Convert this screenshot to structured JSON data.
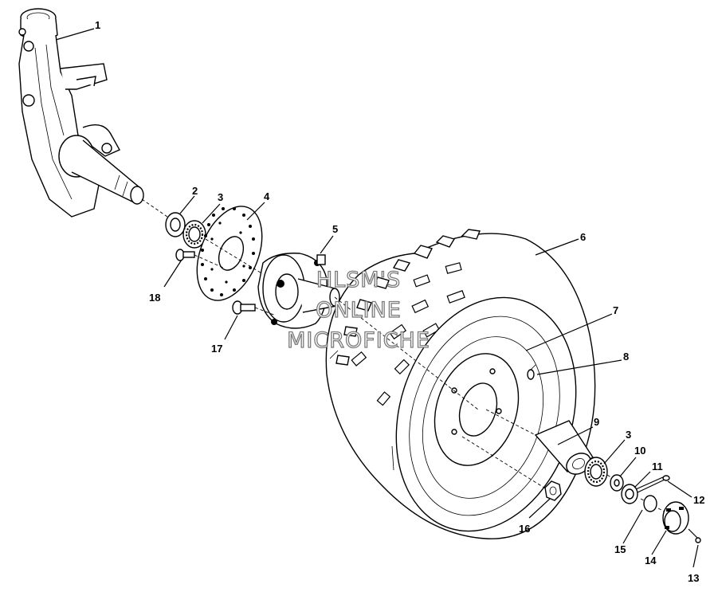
{
  "watermark": {
    "line1": "HLSM'S",
    "line2": "ONLINE",
    "line3": "MICROFICHE"
  },
  "callouts": [
    {
      "id": "1",
      "label": "1"
    },
    {
      "id": "2",
      "label": "2"
    },
    {
      "id": "3a",
      "label": "3"
    },
    {
      "id": "4",
      "label": "4"
    },
    {
      "id": "5",
      "label": "5"
    },
    {
      "id": "6",
      "label": "6"
    },
    {
      "id": "7",
      "label": "7"
    },
    {
      "id": "8",
      "label": "8"
    },
    {
      "id": "9",
      "label": "9"
    },
    {
      "id": "3b",
      "label": "3"
    },
    {
      "id": "10",
      "label": "10"
    },
    {
      "id": "11",
      "label": "11"
    },
    {
      "id": "12",
      "label": "12"
    },
    {
      "id": "13",
      "label": "13"
    },
    {
      "id": "14",
      "label": "14"
    },
    {
      "id": "15",
      "label": "15"
    },
    {
      "id": "16",
      "label": "16"
    },
    {
      "id": "17",
      "label": "17"
    },
    {
      "id": "18",
      "label": "18"
    }
  ]
}
